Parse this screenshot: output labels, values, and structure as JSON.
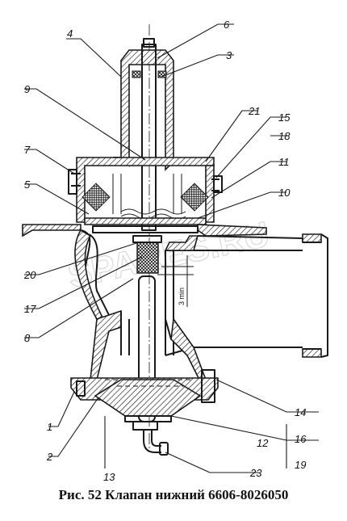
{
  "labels": {
    "l1": "1",
    "l2": "2",
    "l3": "3",
    "l4": "4",
    "l5": "5",
    "l6": "6",
    "l7": "7",
    "l8": "8",
    "l9": "9",
    "l10": "10",
    "l11": "11",
    "l12": "12",
    "l13": "13",
    "l14": "14",
    "l15": "15",
    "l16": "16",
    "l17": "17",
    "l18": "18",
    "l19": "19",
    "l20": "20",
    "l21": "21",
    "l23": "23"
  },
  "dimension": "3 min",
  "watermark": "SPARES.RU",
  "caption": "Рис. 52 Клапан нижний 6606-8026050"
}
